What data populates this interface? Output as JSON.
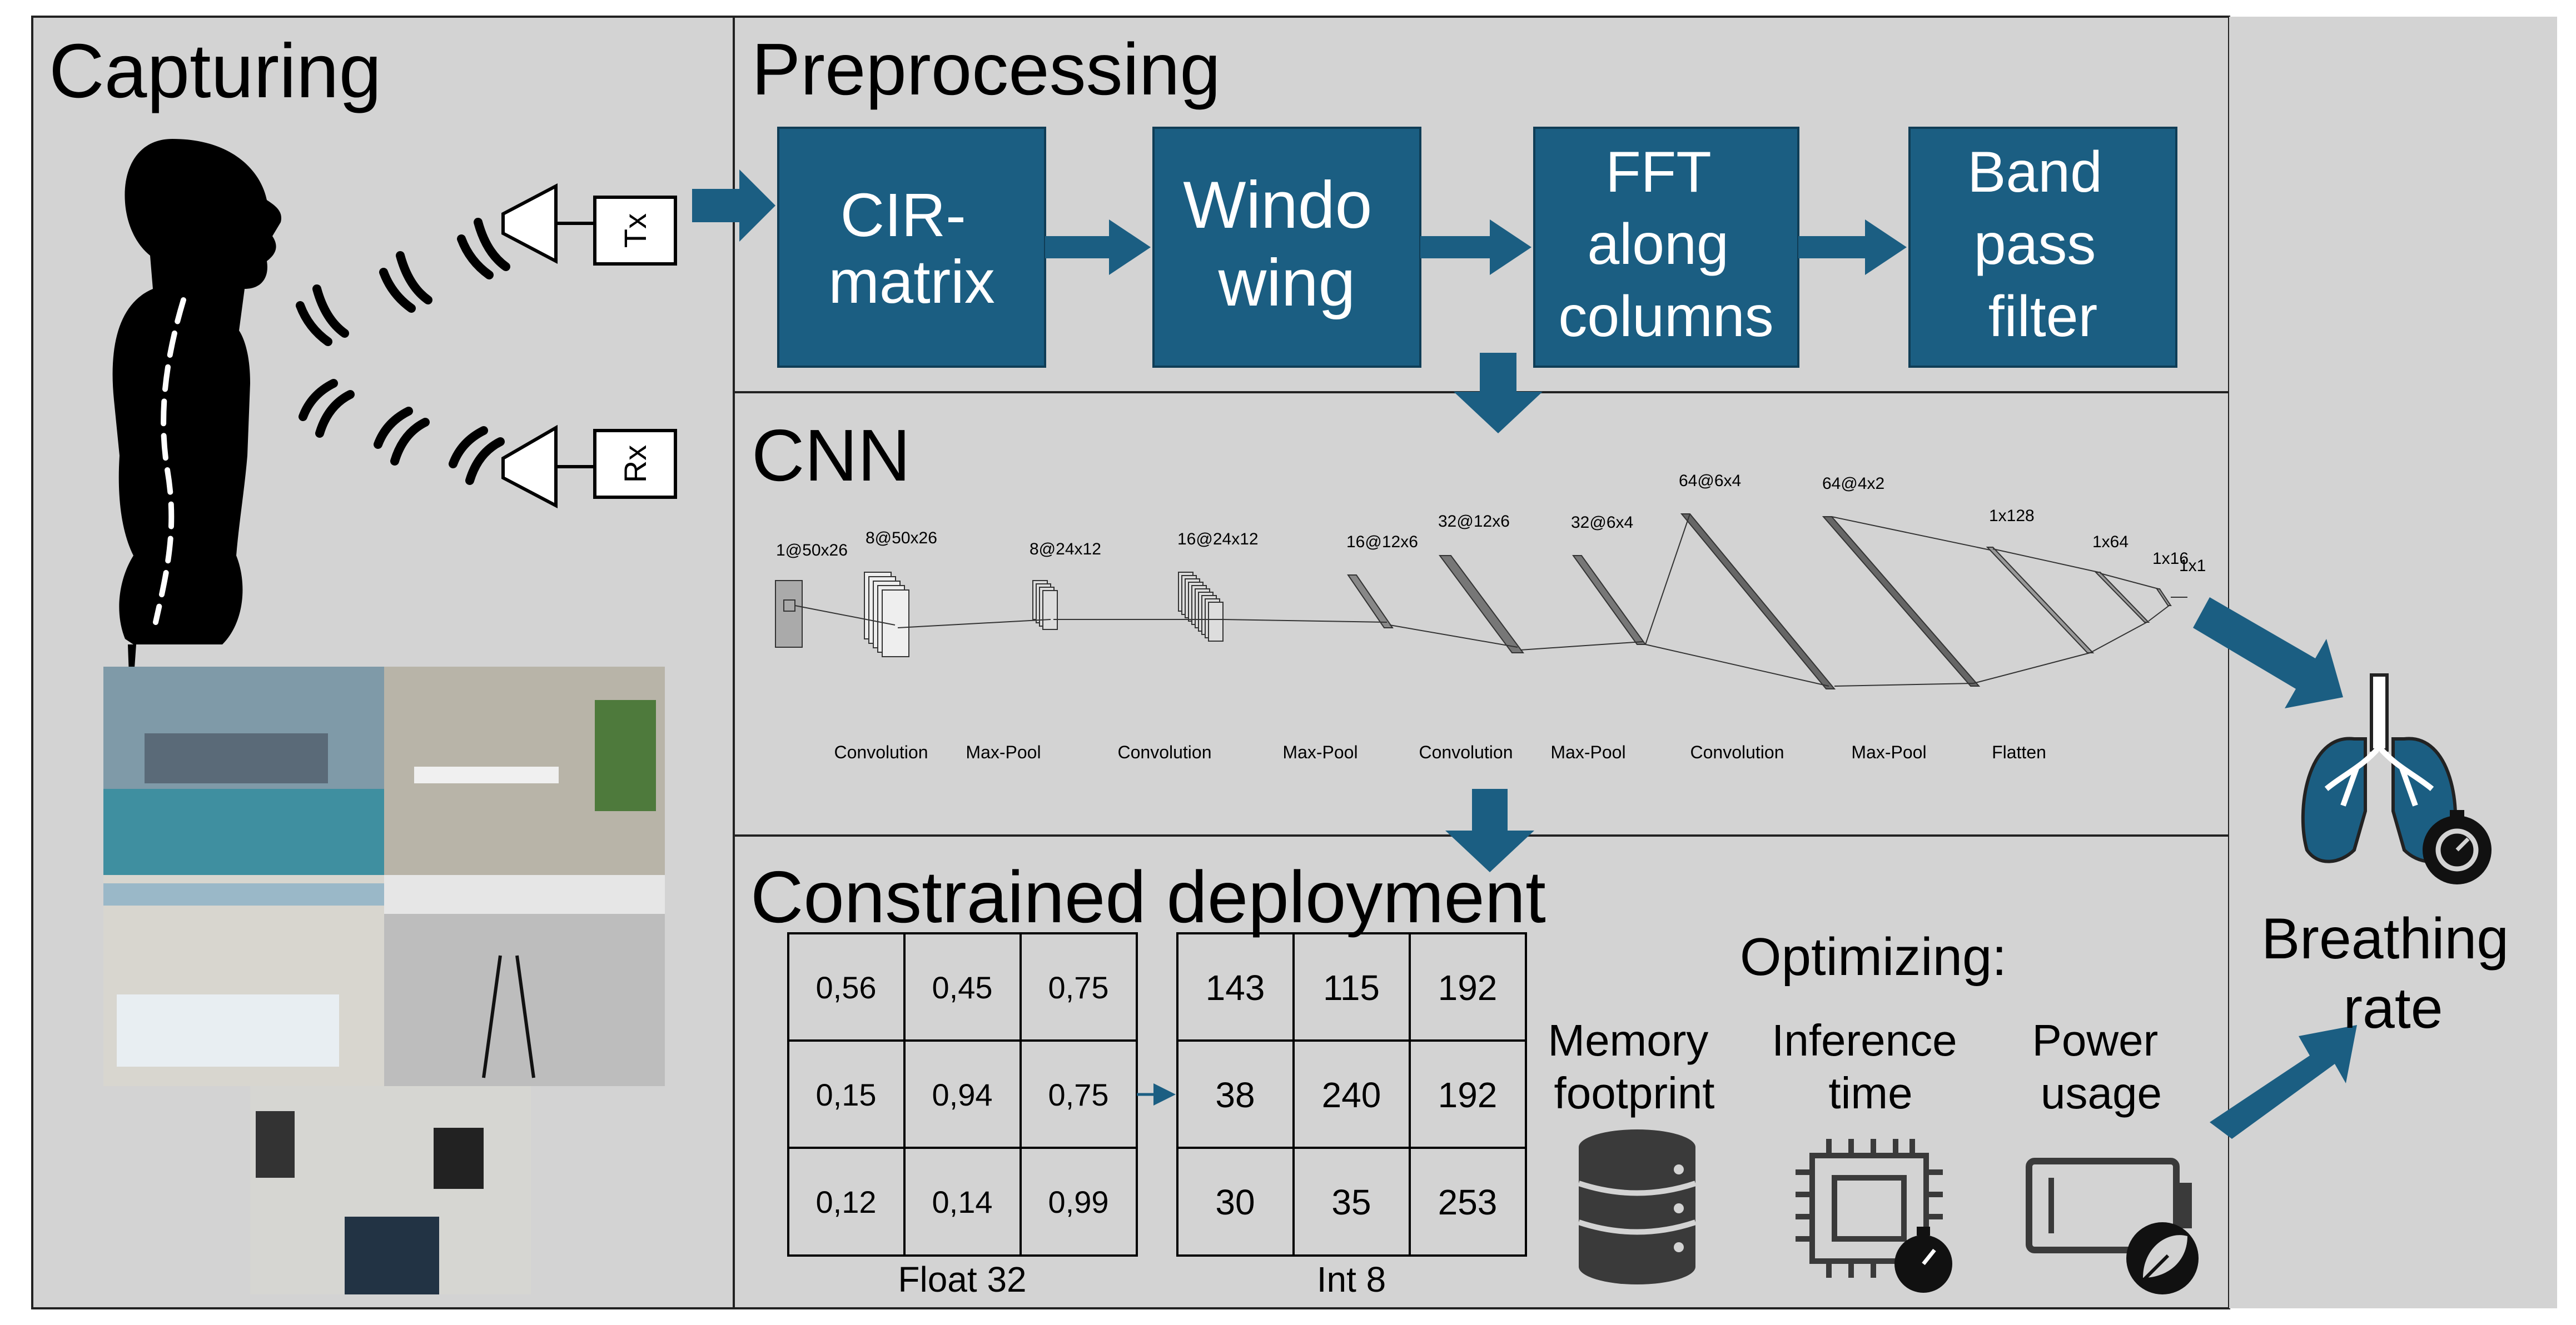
{
  "capturing": {
    "title": "Capturing",
    "tx": "Tx",
    "rx": "Rx"
  },
  "preprocessing": {
    "title": "Preprocessing",
    "blocks": [
      {
        "lines": [
          "CIR-",
          "matrix"
        ]
      },
      {
        "lines": [
          "Windo",
          "wing"
        ]
      },
      {
        "lines": [
          "FFT",
          "along",
          "columns"
        ]
      },
      {
        "lines": [
          "Band",
          "pass",
          "filter"
        ]
      }
    ]
  },
  "cnn": {
    "title": "CNN",
    "shape_labels": [
      "1@50x26",
      "8@50x26",
      "8@24x12",
      "16@24x12",
      "16@12x6",
      "32@12x6",
      "32@6x4",
      "64@6x4",
      "64@4x2",
      "1x128",
      "1x64",
      "1x16",
      "1x1"
    ],
    "layer_labels": [
      "Convolution",
      "Max-Pool",
      "Convolution",
      "Max-Pool",
      "Convolution",
      "Max-Pool",
      "Convolution",
      "Max-Pool",
      "Flatten"
    ]
  },
  "deployment": {
    "title": "Constrained deployment",
    "float_matrix": [
      [
        "0,56",
        "0,45",
        "0,75"
      ],
      [
        "0,15",
        "0,94",
        "0,75"
      ],
      [
        "0,12",
        "0,14",
        "0,99"
      ]
    ],
    "int_matrix": [
      [
        "143",
        "115",
        "192"
      ],
      [
        "38",
        "240",
        "192"
      ],
      [
        "30",
        "35",
        "253"
      ]
    ],
    "float_label": "Float 32",
    "int_label": "Int 8",
    "optimizing_title": "Optimizing:",
    "memory_lines": [
      "Memory",
      "footprint"
    ],
    "inference_lines": [
      "Inference",
      "time"
    ],
    "power_lines": [
      "Power",
      "usage"
    ]
  },
  "output": {
    "lines": [
      "Breathing",
      "rate"
    ]
  },
  "colors": {
    "panel": "#d3d3d3",
    "block": "#1b5e82",
    "block_text": "#ffffff",
    "arrow": "#1b5e82",
    "icon": "#3a3a3a"
  },
  "icons": [
    "human-silhouette-icon",
    "signal-waves-icon",
    "antenna-icon",
    "lungs-icon",
    "stopwatch-icon",
    "database-icon",
    "cpu-chip-icon",
    "battery-icon",
    "leaf-icon"
  ]
}
